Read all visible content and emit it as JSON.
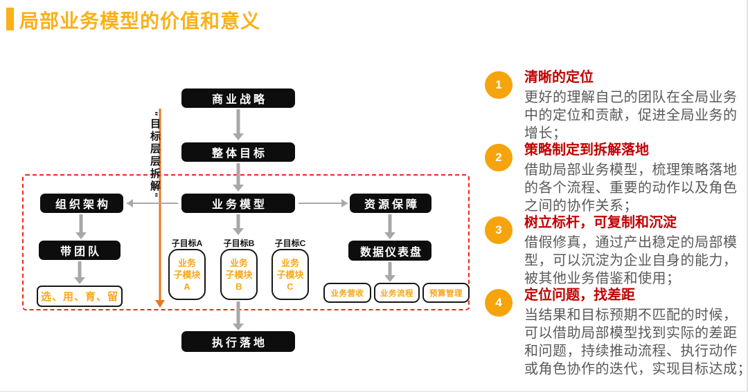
{
  "header": {
    "title": "局部业务模型的价值和意义"
  },
  "colors": {
    "accent_amber": "#FBB018",
    "circle_orange": "#F5A40D",
    "title_red": "#C00000",
    "body_gray": "#595959",
    "box_black": "#0D0D0D",
    "arrow_gray": "#A8A8A8",
    "dashed_red": "#F0261B",
    "arrow_orange": "#E87722",
    "module_orange": "#FAA61A"
  },
  "diagram": {
    "vertical_label": {
      "open_quote": "\"",
      "text": "目标层层拆解",
      "close_quote": "\""
    },
    "nodes": {
      "business_strategy": "商业战略",
      "overall_goal": "整体目标",
      "org_structure": "组织架构",
      "business_model": "业务模型",
      "resource_guarantee": "资源保障",
      "lead_team": "带团队",
      "select_use_nurture_retain": "选、用、育、留",
      "data_dashboard": "数据仪表盘",
      "execution_landing": "执行落地"
    },
    "sub_goals": [
      {
        "label": "子目标A",
        "lines": [
          "业务",
          "子模块",
          "A"
        ]
      },
      {
        "label": "子目标B",
        "lines": [
          "业务",
          "子模块",
          "B"
        ]
      },
      {
        "label": "子目标C",
        "lines": [
          "业务",
          "子模块",
          "C"
        ]
      }
    ],
    "dashboard_items": [
      "业务营收",
      "业务流程",
      "预算管理"
    ]
  },
  "points": [
    {
      "num": "1",
      "title": "清晰的定位",
      "body_lines": [
        "更好的理解自己的团队在全局业务",
        "中的定位和贡献，促进全局业务的",
        "增长；"
      ]
    },
    {
      "num": "2",
      "title": "策略制定到拆解落地",
      "body_lines": [
        "借助局部业务模型，梳理策略落地",
        "的各个流程、重要的动作以及角色",
        "之间的协作关系；"
      ]
    },
    {
      "num": "3",
      "title": "树立标杆，可复制和沉淀",
      "body_lines": [
        "借假修真，通过产出稳定的局部模",
        "型，可以沉淀为企业自身的能力，",
        "被其他业务借鉴和使用；"
      ]
    },
    {
      "num": "4",
      "title": "定位问题，找差距",
      "body_lines": [
        "当结果和目标预期不匹配的时候，",
        "可以借助局部模型找到实际的差距",
        "和问题，持续推动流程、执行动作",
        "或角色协作的迭代，实现目标达成；"
      ]
    }
  ]
}
